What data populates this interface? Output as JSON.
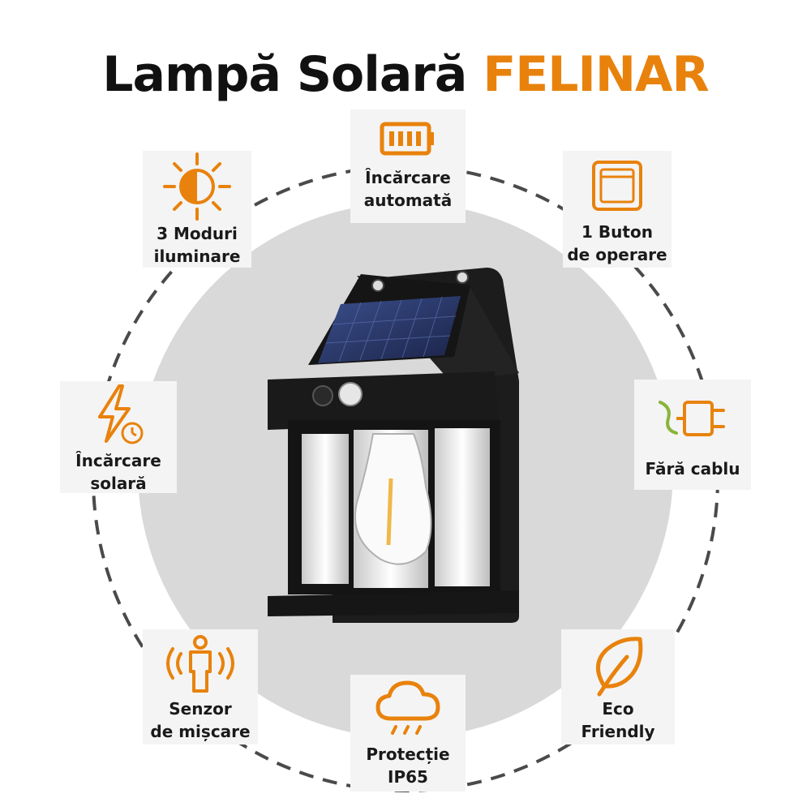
{
  "title": {
    "main": "Lampă Solară",
    "accent": "FELINAR"
  },
  "accent_color": "#e8820c",
  "features": [
    {
      "label": "Încărcare\nautomată",
      "icon": "battery-icon"
    },
    {
      "label": "3 Moduri\niluminare",
      "icon": "half-sun-icon"
    },
    {
      "label": "1 Buton\nde operare",
      "icon": "button-icon"
    },
    {
      "label": "Încărcare\nsolară",
      "icon": "lightning-clock-icon"
    },
    {
      "label": "Fără cablu",
      "icon": "plug-icon"
    },
    {
      "label": "Senzor\nde mișcare",
      "icon": "motion-person-icon"
    },
    {
      "label": "Eco\nFriendly",
      "icon": "leaf-icon"
    },
    {
      "label": "Protecție\nIP65",
      "icon": "rain-cloud-icon"
    }
  ]
}
